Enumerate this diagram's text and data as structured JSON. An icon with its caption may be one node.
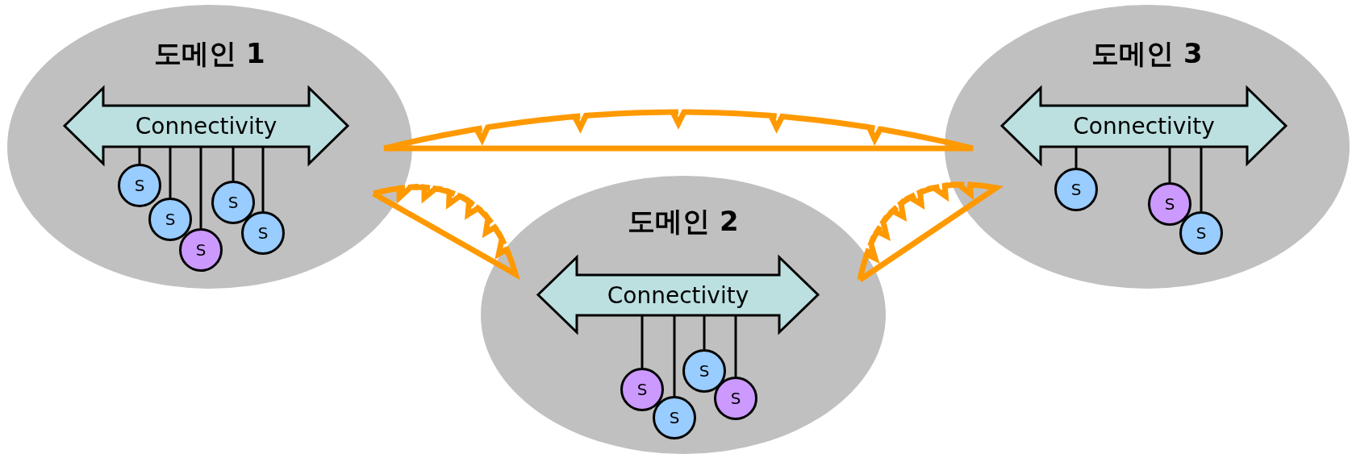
{
  "diagram": {
    "nodes": [
      {
        "text": [
          "도메인 1"
        ]
      },
      {
        "text": [
          "Connectivity"
        ],
        "in": 0
      },
      {
        "text": [
          "S"
        ],
        "in": 0
      },
      {
        "text": [
          "S"
        ],
        "in": 0
      },
      {
        "text": [
          "S"
        ],
        "in": 0
      },
      {
        "text": [
          "S"
        ],
        "in": 0
      },
      {
        "text": [
          "S"
        ],
        "in": 0
      },
      {
        "text": [
          "도메인 2"
        ]
      },
      {
        "text": [
          "Connectivity"
        ],
        "in": 7
      },
      {
        "text": [
          "S"
        ],
        "in": 7
      },
      {
        "text": [
          "S"
        ],
        "in": 7
      },
      {
        "text": [
          "S"
        ],
        "in": 7
      },
      {
        "text": [
          "S"
        ],
        "in": 7
      },
      {
        "text": [
          "도메인 3"
        ]
      },
      {
        "text": [
          "Connectivity"
        ],
        "in": 13
      },
      {
        "text": [
          "S"
        ],
        "in": 13
      },
      {
        "text": [
          "S"
        ],
        "in": 13
      },
      {
        "text": [
          "S"
        ],
        "in": 13
      }
    ],
    "edges": [
      {
        "from": 2,
        "to": 1,
        "arrow": "none"
      },
      {
        "from": 3,
        "to": 1,
        "arrow": "none"
      },
      {
        "from": 4,
        "to": 1,
        "arrow": "none"
      },
      {
        "from": 5,
        "to": 1,
        "arrow": "none"
      },
      {
        "from": 6,
        "to": 1,
        "arrow": "none"
      },
      {
        "from": 9,
        "to": 8,
        "arrow": "none"
      },
      {
        "from": 10,
        "to": 8,
        "arrow": "none"
      },
      {
        "from": 11,
        "to": 8,
        "arrow": "none"
      },
      {
        "from": 12,
        "to": 8,
        "arrow": "none"
      },
      {
        "from": 15,
        "to": 14,
        "arrow": "none"
      },
      {
        "from": 16,
        "to": 14,
        "arrow": "none"
      },
      {
        "from": 17,
        "to": 14,
        "arrow": "none"
      },
      {
        "from": 0,
        "to": 13,
        "arrow": "none",
        "style": "thick",
        "color": "#ff9900"
      },
      {
        "from": 0,
        "to": 7,
        "arrow": "none",
        "style": "thick",
        "color": "#ff9900"
      },
      {
        "from": 7,
        "to": 13,
        "arrow": "none",
        "style": "thick",
        "color": "#ff9900"
      }
    ]
  }
}
